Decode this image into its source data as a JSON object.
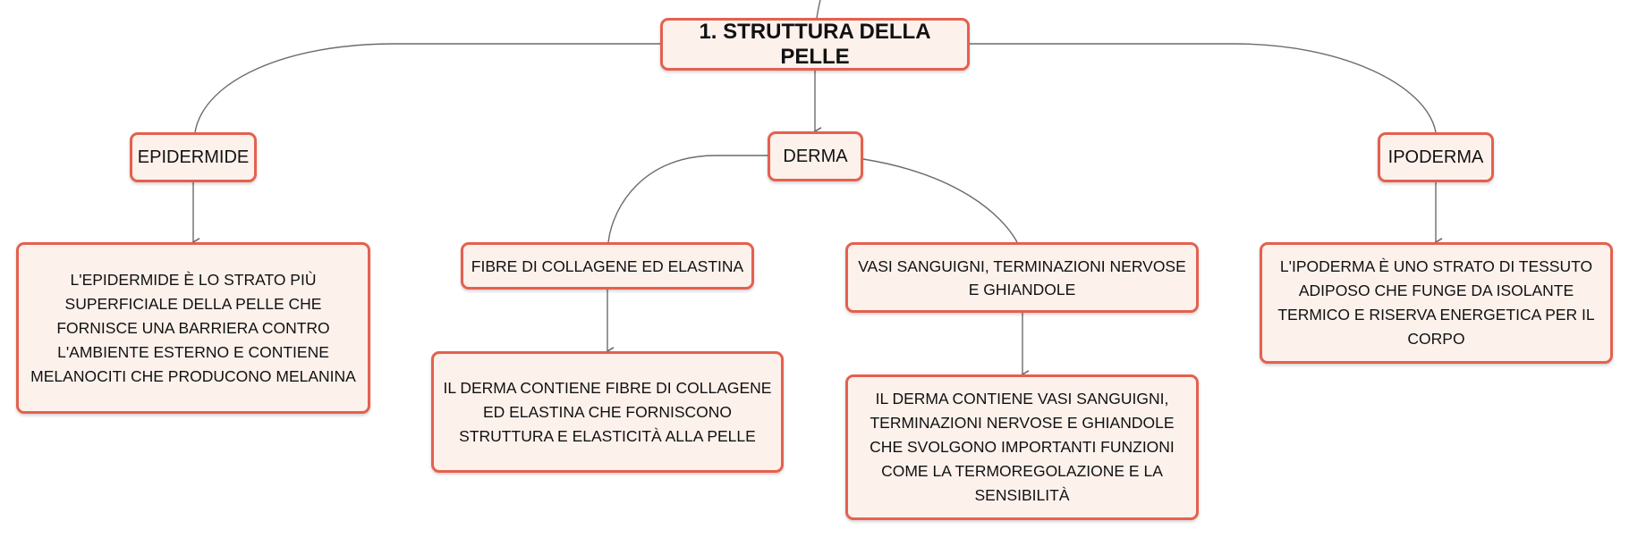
{
  "mindmap": {
    "root": {
      "label": "1. STRUTTURA DELLA PELLE"
    },
    "epidermide": {
      "label": "EPIDERMIDE",
      "description": "L'EPIDERMIDE È LO STRATO PIÙ SUPERFICIALE DELLA PELLE CHE FORNISCE UNA BARRIERA CONTRO L'AMBIENTE ESTERNO E CONTIENE MELANOCITI CHE PRODUCONO MELANINA"
    },
    "derma": {
      "label": "DERMA",
      "fibre": {
        "label": "FIBRE DI COLLAGENE ED ELASTINA",
        "description": "IL DERMA CONTIENE FIBRE DI COLLAGENE ED ELASTINA CHE FORNISCONO STRUTTURA E ELASTICITÀ ALLA PELLE"
      },
      "vasi": {
        "label": "VASI SANGUIGNI, TERMINAZIONI NERVOSE E GHIANDOLE",
        "description": "IL DERMA CONTIENE VASI SANGUIGNI, TERMINAZIONI NERVOSE E GHIANDOLE CHE SVOLGONO IMPORTANTI FUNZIONI COME LA TERMOREGOLAZIONE E LA SENSIBILITÀ"
      }
    },
    "ipoderma": {
      "label": "IPODERMA",
      "description": "L'IPODERMA È UNO STRATO DI TESSUTO ADIPOSO CHE FUNGE DA ISOLANTE TERMICO E RISERVA ENERGETICA PER IL CORPO"
    }
  },
  "colors": {
    "node_border": "#e5604f",
    "node_fill": "#fdf1ec",
    "connector": "#6b6b6b"
  }
}
